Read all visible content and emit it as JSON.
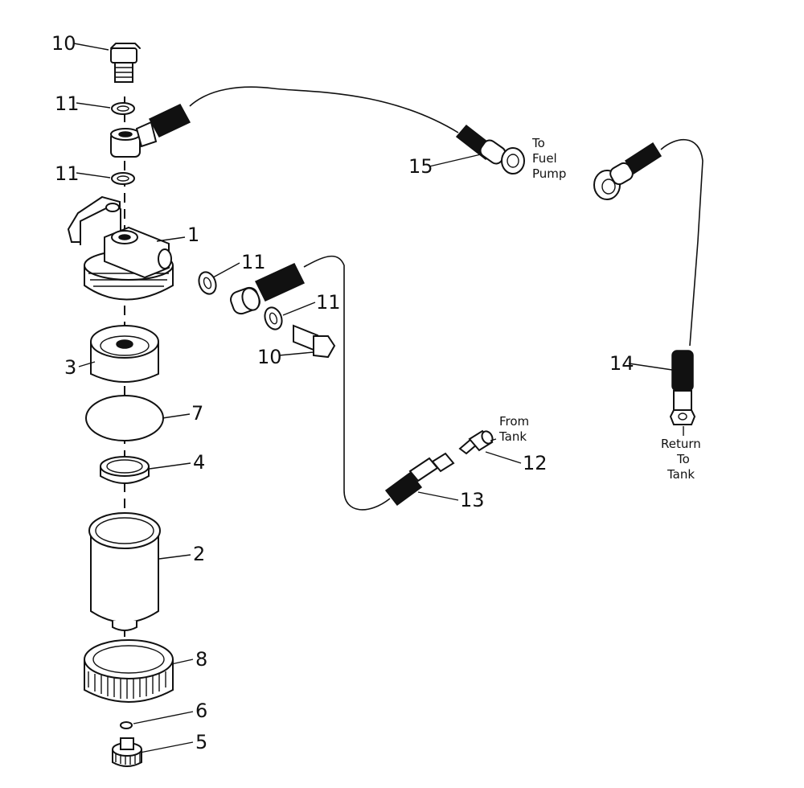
{
  "callouts": {
    "c10_top": "10",
    "c11_a": "11",
    "c11_b": "11",
    "c1": "1",
    "c11_c": "11",
    "c11_d": "11",
    "c10_mid": "10",
    "c3": "3",
    "c7": "7",
    "c4": "4",
    "c2": "2",
    "c8": "8",
    "c6": "6",
    "c5": "5",
    "c15": "15",
    "c14": "14",
    "c13": "13",
    "c12": "12"
  },
  "notes": {
    "to_fuel_pump": [
      "To",
      "Fuel",
      "Pump"
    ],
    "from_tank": [
      "From",
      "Tank"
    ],
    "return_to_tank": [
      "Return",
      "To",
      "Tank"
    ]
  }
}
